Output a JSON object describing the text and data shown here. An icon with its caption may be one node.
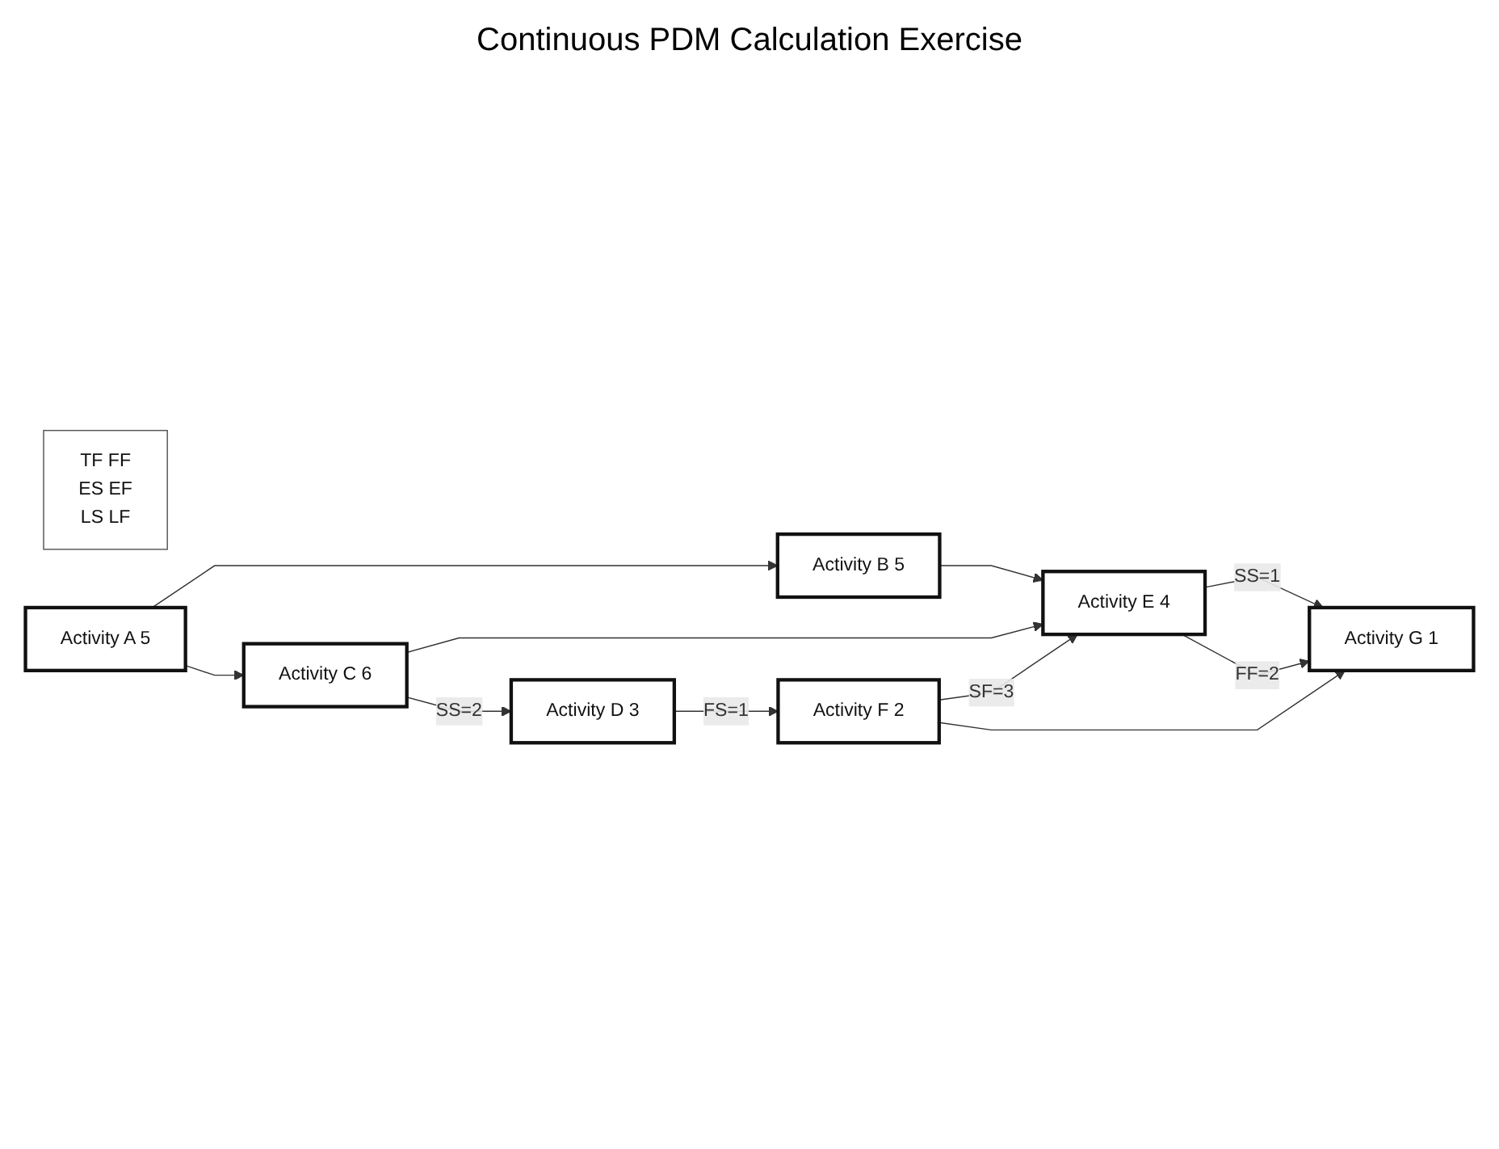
{
  "diagram": {
    "title": "Continuous PDM Calculation Exercise",
    "nodes": [
      {
        "text": [
          "TF FF",
          "ES EF",
          "LS LF"
        ]
      },
      {
        "text": [
          "Activity A 5"
        ]
      },
      {
        "text": [
          "Activity B 5"
        ]
      },
      {
        "text": [
          "Activity C 6"
        ]
      },
      {
        "text": [
          "Activity D 3"
        ]
      },
      {
        "text": [
          "Activity E 4"
        ]
      },
      {
        "text": [
          "Activity F 2"
        ]
      },
      {
        "text": [
          "Activity G 1"
        ]
      }
    ],
    "edges": [
      {
        "from": 1,
        "to": 2,
        "arrow": "to"
      },
      {
        "from": 1,
        "to": 3,
        "arrow": "to"
      },
      {
        "from": 2,
        "to": 5,
        "arrow": "to"
      },
      {
        "from": 3,
        "to": 5,
        "arrow": "to"
      },
      {
        "from": 3,
        "to": 4,
        "arrow": "to",
        "label": "SS=2"
      },
      {
        "from": 4,
        "to": 6,
        "arrow": "to",
        "label": "FS=1"
      },
      {
        "from": 5,
        "to": 7,
        "arrow": "to",
        "label": "SS=1"
      },
      {
        "from": 6,
        "to": 5,
        "arrow": "to",
        "label": "SF=3"
      },
      {
        "from": 5,
        "to": 7,
        "arrow": "to",
        "label": "FF=2"
      },
      {
        "from": 6,
        "to": 7,
        "arrow": "to"
      }
    ]
  }
}
